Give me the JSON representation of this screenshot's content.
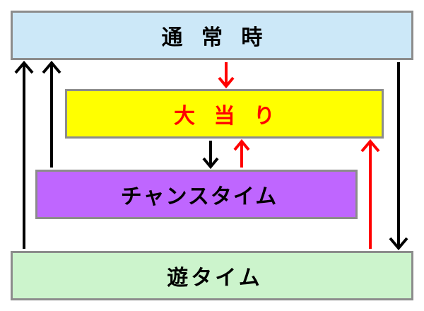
{
  "states": {
    "normal": {
      "label": "通 常 時",
      "fill": "#cce8f8",
      "text_color": "#000000"
    },
    "jackpot": {
      "label": "大 当 り",
      "fill": "#ffff00",
      "text_color": "#ff0000"
    },
    "chance": {
      "label": "チャンスタイム",
      "fill": "#bf66ff",
      "text_color": "#000000"
    },
    "asobi": {
      "label": "遊タイム",
      "fill": "#ccf4cc",
      "text_color": "#000000"
    }
  },
  "transitions": [
    {
      "from": "normal",
      "to": "jackpot",
      "color": "#ff0000"
    },
    {
      "from": "jackpot",
      "to": "chance",
      "color": "#000000"
    },
    {
      "from": "chance",
      "to": "jackpot",
      "color": "#ff0000"
    },
    {
      "from": "chance",
      "to": "normal",
      "color": "#000000"
    },
    {
      "from": "asobi",
      "to": "normal",
      "color": "#000000"
    },
    {
      "from": "normal",
      "to": "asobi",
      "color": "#000000"
    },
    {
      "from": "asobi",
      "to": "jackpot",
      "color": "#ff0000"
    }
  ]
}
